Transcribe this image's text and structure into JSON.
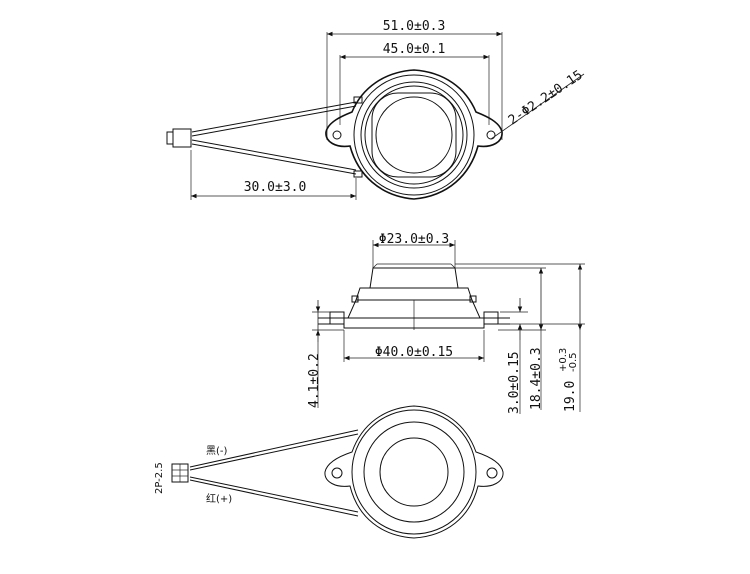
{
  "dimensions": {
    "outer_width": "51.0±0.3",
    "mount_span": "45.0±0.1",
    "hole": "2-Φ2.2±0.15",
    "lead_length": "30.0±3.0",
    "magnet_diameter": "Φ23.0±0.3",
    "frame_diameter": "Φ40.0±0.15",
    "flange_height": "4.1±0.2",
    "cone_depth": "3.0±0.15",
    "body_height": "18.4±0.3",
    "total_height_main": "19.0",
    "total_height_tol_upper": "+0.3",
    "total_height_tol_lower": "-0.5"
  },
  "connector": {
    "pitch": "2P-2.5",
    "black_wire": "黑(-)",
    "red_wire": "红(+)"
  }
}
